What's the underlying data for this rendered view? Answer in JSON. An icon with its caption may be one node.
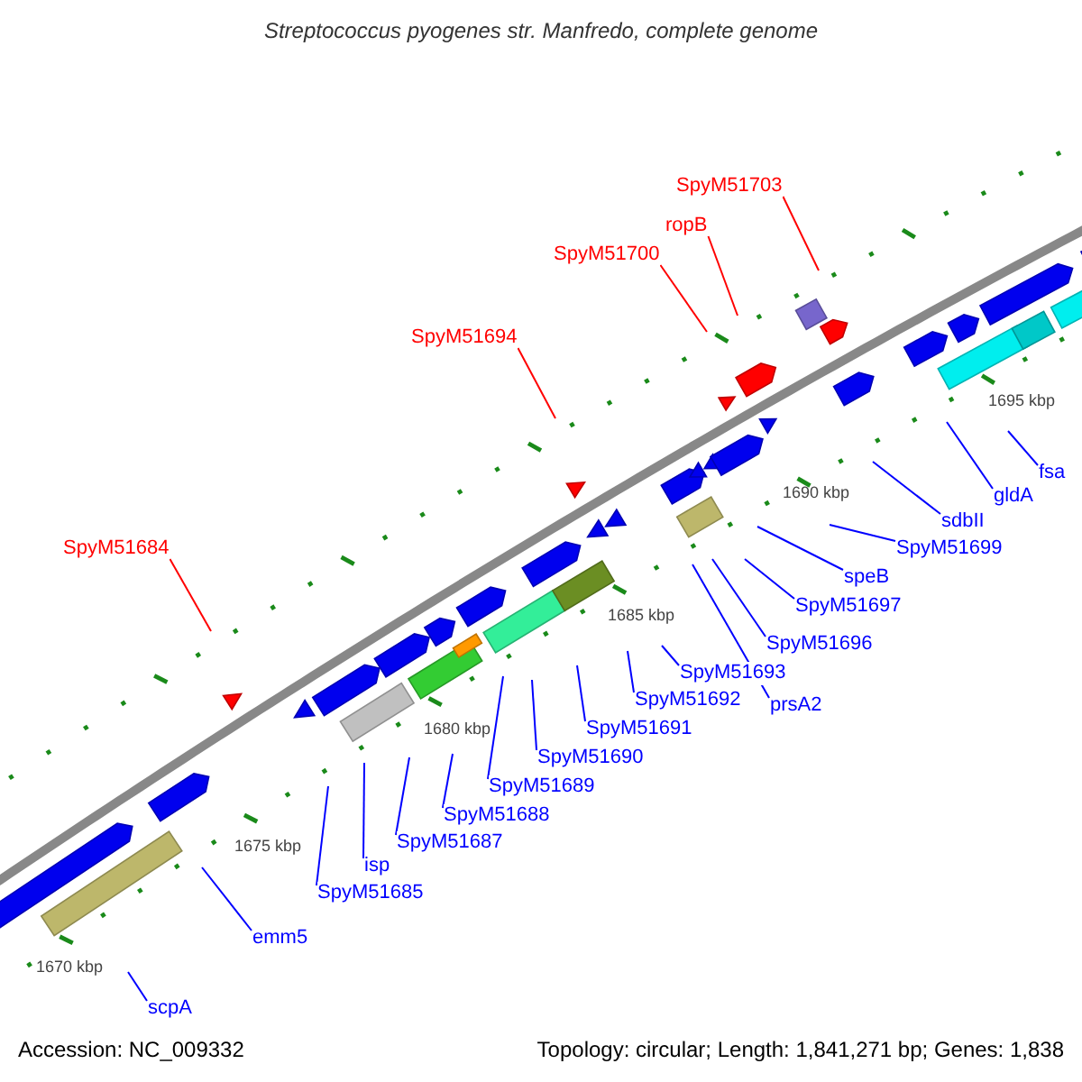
{
  "diagram": {
    "title": "Streptococcus pyogenes str. Manfredo, complete genome",
    "nodes": [
      {
        "text": [
          "SpyM51703"
        ]
      },
      {
        "text": [
          "ropB"
        ]
      },
      {
        "text": [
          "SpyM51700"
        ]
      },
      {
        "text": [
          "SpyM51694"
        ]
      },
      {
        "text": [
          "fsa"
        ]
      },
      {
        "text": [
          "gldA"
        ]
      },
      {
        "text": [
          "sdbII"
        ]
      },
      {
        "text": [
          "SpyM51699"
        ]
      },
      {
        "text": [
          "SpyM51684"
        ]
      },
      {
        "text": [
          "speB"
        ]
      },
      {
        "text": [
          "SpyM51697"
        ]
      },
      {
        "text": [
          "SpyM51696"
        ]
      },
      {
        "text": [
          "SpyM51693"
        ]
      },
      {
        "text": [
          "SpyM51692"
        ]
      },
      {
        "text": [
          "prsA2"
        ]
      },
      {
        "text": [
          "SpyM51691"
        ]
      },
      {
        "text": [
          "SpyM51690"
        ]
      },
      {
        "text": [
          "SpyM51689"
        ]
      },
      {
        "text": [
          "SpyM51688"
        ]
      },
      {
        "text": [
          "SpyM51687"
        ]
      },
      {
        "text": [
          "isp"
        ]
      },
      {
        "text": [
          "SpyM51685"
        ]
      },
      {
        "text": [
          "emm5"
        ]
      },
      {
        "text": [
          "scpA"
        ]
      }
    ],
    "edges": [
      {
        "from": 0,
        "to": null,
        "arrow": "none",
        "color": "#ff0000"
      },
      {
        "from": 1,
        "to": null,
        "arrow": "none",
        "color": "#ff0000"
      },
      {
        "from": 2,
        "to": null,
        "arrow": "none",
        "color": "#ff0000"
      },
      {
        "from": 3,
        "to": null,
        "arrow": "none",
        "color": "#ff0000"
      },
      {
        "from": 4,
        "to": null,
        "arrow": "none"
      },
      {
        "from": 5,
        "to": null,
        "arrow": "none"
      },
      {
        "from": 6,
        "to": null,
        "arrow": "none"
      },
      {
        "from": 7,
        "to": null,
        "arrow": "none"
      },
      {
        "from": 8,
        "to": null,
        "arrow": "none",
        "color": "#ff0000"
      },
      {
        "from": 9,
        "to": null,
        "arrow": "none"
      },
      {
        "from": 10,
        "to": null,
        "arrow": "none"
      },
      {
        "from": 11,
        "to": null,
        "arrow": "none"
      },
      {
        "from": 12,
        "to": null,
        "arrow": "none"
      },
      {
        "from": 13,
        "to": null,
        "arrow": "none"
      },
      {
        "from": 14,
        "to": null,
        "arrow": "none"
      },
      {
        "from": 15,
        "to": null,
        "arrow": "none"
      },
      {
        "from": 16,
        "to": null,
        "arrow": "none"
      },
      {
        "from": 17,
        "to": null,
        "arrow": "none"
      },
      {
        "from": 18,
        "to": null,
        "arrow": "none"
      },
      {
        "from": 19,
        "to": null,
        "arrow": "none"
      },
      {
        "from": 20,
        "to": null,
        "arrow": "none"
      },
      {
        "from": 21,
        "to": null,
        "arrow": "none"
      },
      {
        "from": 22,
        "to": null,
        "arrow": "none"
      },
      {
        "from": 23,
        "to": null,
        "arrow": "none"
      }
    ],
    "labels": [
      "1695 kbp",
      "1690 kbp",
      "1685 kbp",
      "1680 kbp",
      "1675 kbp",
      "1670 kbp",
      "Accession: NC_009332",
      "Topology: circular; Length: 1,841,271 bp; Genes: 1,838"
    ]
  }
}
